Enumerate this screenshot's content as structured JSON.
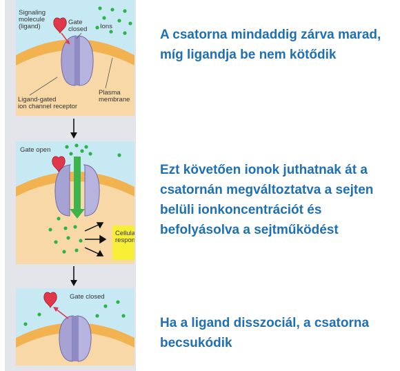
{
  "panel1": {
    "signaling_molecule": "Signaling\nmolecule\n(ligand)",
    "gate_closed": "Gate\nclosed",
    "ions": "Ions",
    "receptor": "Ligand-gated\nion channel receptor",
    "plasma_membrane": "Plasma\nmembrane"
  },
  "panel2": {
    "gate_open": "Gate open",
    "cellular_response": "Cellular\nresponse"
  },
  "panel3": {
    "gate_closed": "Gate closed"
  },
  "descriptions": {
    "step1": "A csatorna mindaddig zárva marad, míg ligandja be nem kötődik",
    "step2": "Ezt követően ionok juthatnak át a csatornán megváltoztatva a sejten belüli ionkoncentrációt és befolyásolva a sejtműködést",
    "step3": "Ha a ligand disszociál, a csatorna becsukódik"
  },
  "colors": {
    "panel_background": "#c6e9f4",
    "cytoplasm": "#f8d8a6",
    "membrane": "#f2b24f",
    "channel": "#a6a3d4",
    "ligand": "#e0374a",
    "ion": "#2db34a",
    "flow_arrow": "#3cb44b",
    "response_box": "#f6ef36",
    "text_accent": "#1f6fb5"
  }
}
